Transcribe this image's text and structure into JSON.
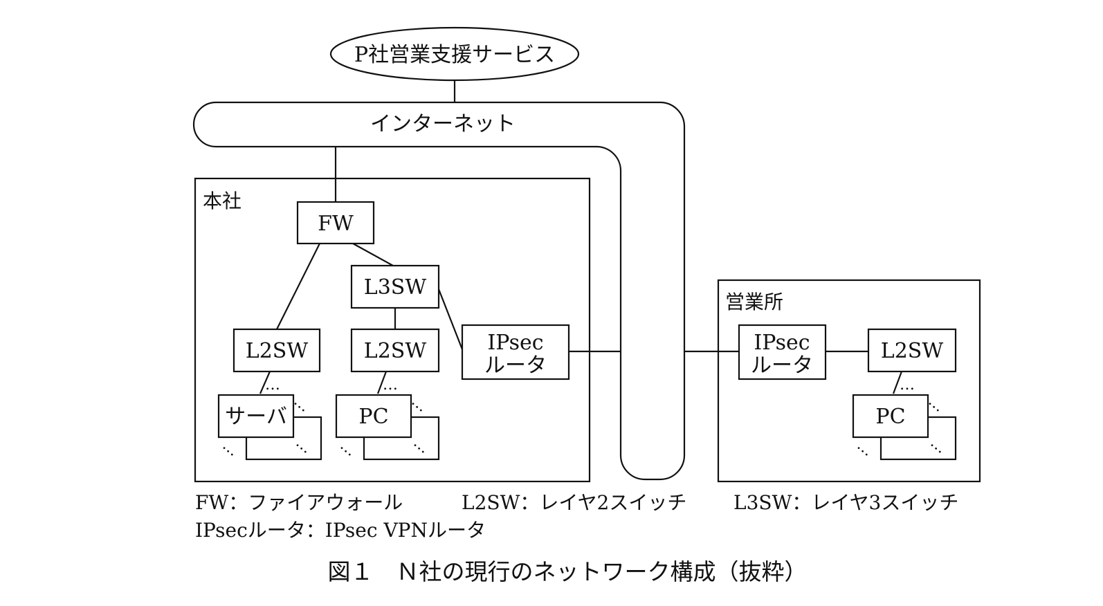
{
  "service": {
    "label": "P社営業支援サービス"
  },
  "internet": {
    "label": "インターネット"
  },
  "hq": {
    "label": "本社",
    "fw": "FW",
    "l3sw": "L3SW",
    "l2sw_left": "L2SW",
    "l2sw_right": "L2SW",
    "server": "サーバ",
    "pc": "PC",
    "ipsec_line1": "IPsec",
    "ipsec_line2": "ルータ",
    "dots": "…"
  },
  "branch": {
    "label": "営業所",
    "ipsec_line1": "IPsec",
    "ipsec_line2": "ルータ",
    "l2sw": "L2SW",
    "pc": "PC",
    "dots": "…"
  },
  "legend": {
    "fw": "FW：ファイアウォール",
    "l2sw": "L2SW：レイヤ2スイッチ",
    "l3sw": "L3SW：レイヤ3スイッチ",
    "ipsec": "IPsecルータ：IPsec VPNルータ"
  },
  "caption": "図１　Ｎ社の現行のネットワーク構成（抜粋）"
}
